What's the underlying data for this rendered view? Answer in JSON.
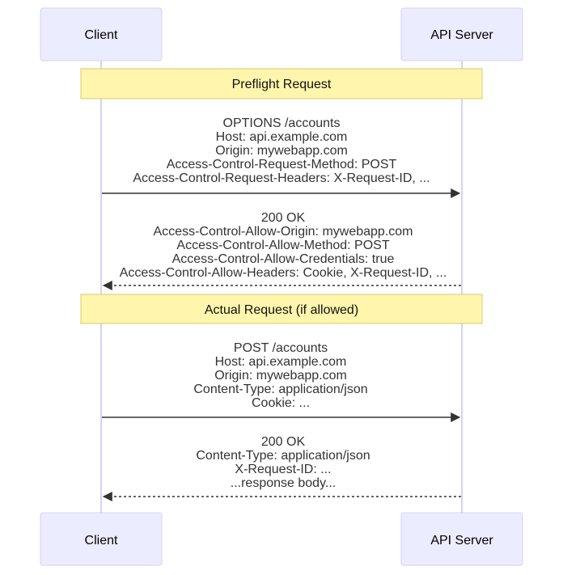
{
  "diagram": {
    "type": "sequence",
    "actors": [
      {
        "id": "client",
        "label": "Client"
      },
      {
        "id": "server",
        "label": "API Server"
      }
    ],
    "colors": {
      "actor_fill": "#ececff",
      "actor_stroke": "#d6d2f4",
      "note_fill": "#fff5ad",
      "note_stroke": "#d4cc6c",
      "line": "#333333"
    },
    "notes": [
      {
        "label": "Preflight Request"
      },
      {
        "label": "Actual Request (if allowed)"
      }
    ],
    "messages": [
      {
        "from": "client",
        "to": "server",
        "style": "solid",
        "lines": [
          "OPTIONS /accounts",
          "Host: api.example.com",
          "Origin: mywebapp.com",
          "Access-Control-Request-Method: POST",
          "Access-Control-Request-Headers: X-Request-ID, ..."
        ]
      },
      {
        "from": "server",
        "to": "client",
        "style": "dashed",
        "lines": [
          "200 OK",
          "Access-Control-Allow-Origin: mywebapp.com",
          "Access-Control-Allow-Method: POST",
          "Access-Control-Allow-Credentials: true",
          "Access-Control-Allow-Headers: Cookie, X-Request-ID, ..."
        ]
      },
      {
        "from": "client",
        "to": "server",
        "style": "solid",
        "lines": [
          "POST /accounts",
          "Host: api.example.com",
          "Origin: mywebapp.com",
          "Content-Type: application/json",
          "Cookie: ..."
        ]
      },
      {
        "from": "server",
        "to": "client",
        "style": "dashed",
        "lines": [
          "200 OK",
          "Content-Type: application/json",
          "X-Request-ID: ...",
          "...response body..."
        ]
      }
    ]
  }
}
